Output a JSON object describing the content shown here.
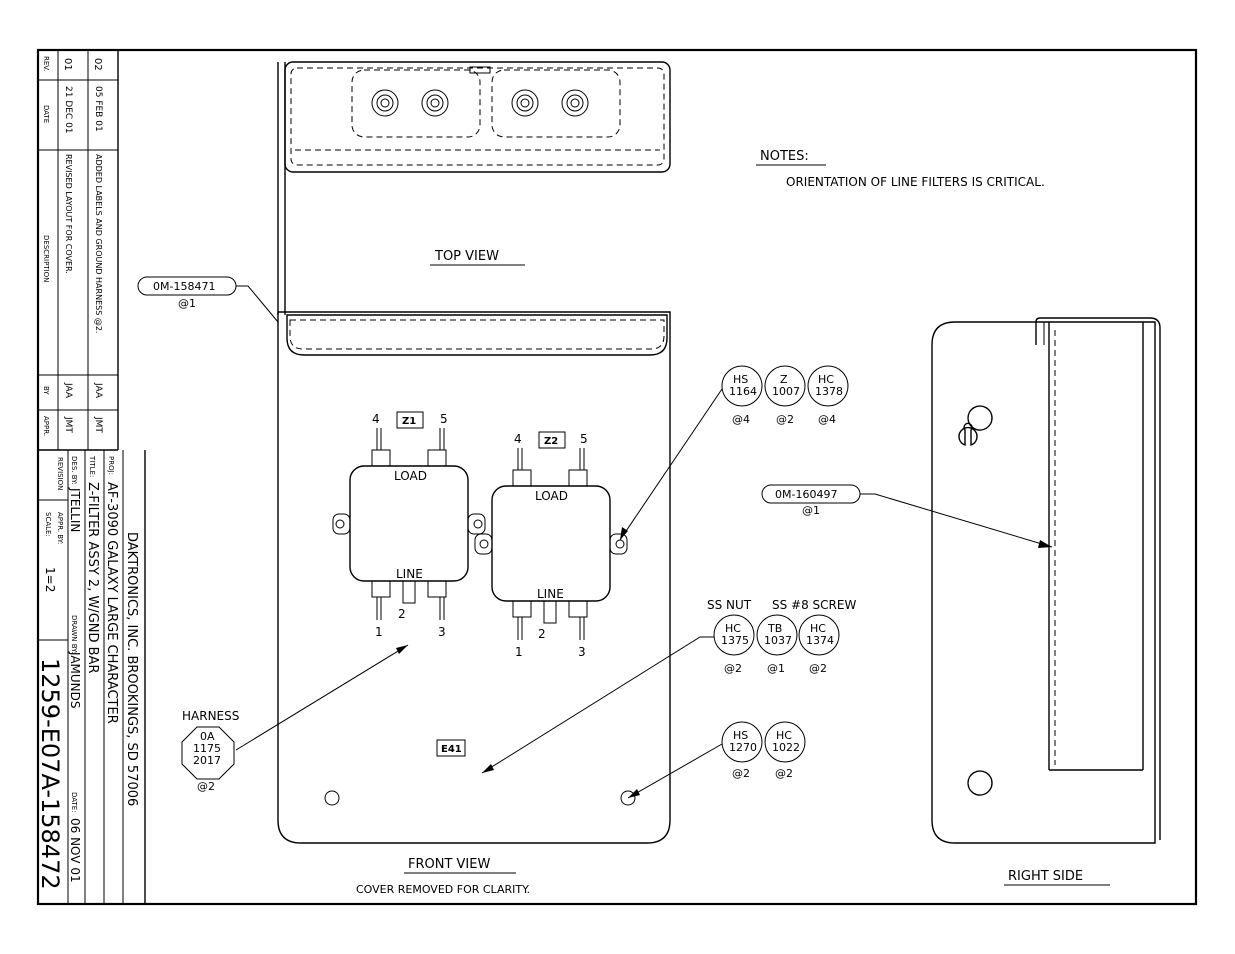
{
  "notes": {
    "heading": "NOTES:",
    "text": "ORIENTATION OF LINE FILTERS IS CRITICAL."
  },
  "views": {
    "top": "TOP VIEW",
    "front": "FRONT VIEW",
    "front_sub": "COVER REMOVED FOR CLARITY.",
    "right": "RIGHT SIDE"
  },
  "callouts": {
    "part_158471": "0M-158471",
    "qty_158471": "@1",
    "part_160497": "0M-160497",
    "qty_160497": "@1",
    "harness_label": "HARNESS",
    "harness_l1": "0A",
    "harness_l2": "1175",
    "harness_l3": "2017",
    "harness_qty": "@2",
    "e41": "E41",
    "ss_nut": "SS NUT",
    "ss_screw": "SS #8 SCREW"
  },
  "bubbles_top": [
    {
      "l1": "HS",
      "l2": "1164",
      "qty": "@4"
    },
    {
      "l1": "Z",
      "l2": "1007",
      "qty": "@2"
    },
    {
      "l1": "HC",
      "l2": "1378",
      "qty": "@4"
    }
  ],
  "bubbles_mid": [
    {
      "l1": "HC",
      "l2": "1375",
      "qty": "@2"
    },
    {
      "l1": "TB",
      "l2": "1037",
      "qty": "@1"
    },
    {
      "l1": "HC",
      "l2": "1374",
      "qty": "@2"
    }
  ],
  "bubbles_low": [
    {
      "l1": "HS",
      "l2": "1270",
      "qty": "@2"
    },
    {
      "l1": "HC",
      "l2": "1022",
      "qty": "@2"
    }
  ],
  "filters": {
    "z1": {
      "tag": "Z1",
      "load": "LOAD",
      "line": "LINE",
      "p4": "4",
      "p5": "5",
      "p1": "1",
      "p2": "2",
      "p3": "3"
    },
    "z2": {
      "tag": "Z2",
      "load": "LOAD",
      "line": "LINE",
      "p4": "4",
      "p5": "5",
      "p1": "1",
      "p2": "2",
      "p3": "3"
    }
  },
  "revisions": {
    "headers": {
      "rev": "REV.",
      "date": "DATE",
      "description": "DESCRIPTION",
      "by": "BY",
      "appr": "APPR."
    },
    "rows": [
      {
        "rev": "02",
        "date": "05 FEB 01",
        "description": "ADDED LABELS AND GROUND HARNESS @2.",
        "by": "JAA",
        "appr": "JMT"
      },
      {
        "rev": "01",
        "date": "21 DEC 01",
        "description": "REVISED LAYOUT FOR COVER.",
        "by": "JAA",
        "appr": "JMT"
      }
    ]
  },
  "title_block": {
    "company": "DAKTRONICS, INC. BROOKINGS, SD 57006",
    "proj_label": "PROJ:",
    "proj": "AF-3090 GALAXY LARGE CHARACTER",
    "title_label": "TITLE:",
    "title": "Z-FILTER ASSY 2, W/GND BAR",
    "des_label": "DES. BY:",
    "des": "JTELLIN",
    "drawn_label": "DRAWN BY:",
    "drawn": "JAMUNDS",
    "date_label": "DATE:",
    "date": "06 NOV 01",
    "revision_label": "REVISION",
    "appr_label": "APPR. BY:",
    "scale_label": "SCALE:",
    "scale": "1=2",
    "drawing_number": "1259-E07A-158472"
  }
}
